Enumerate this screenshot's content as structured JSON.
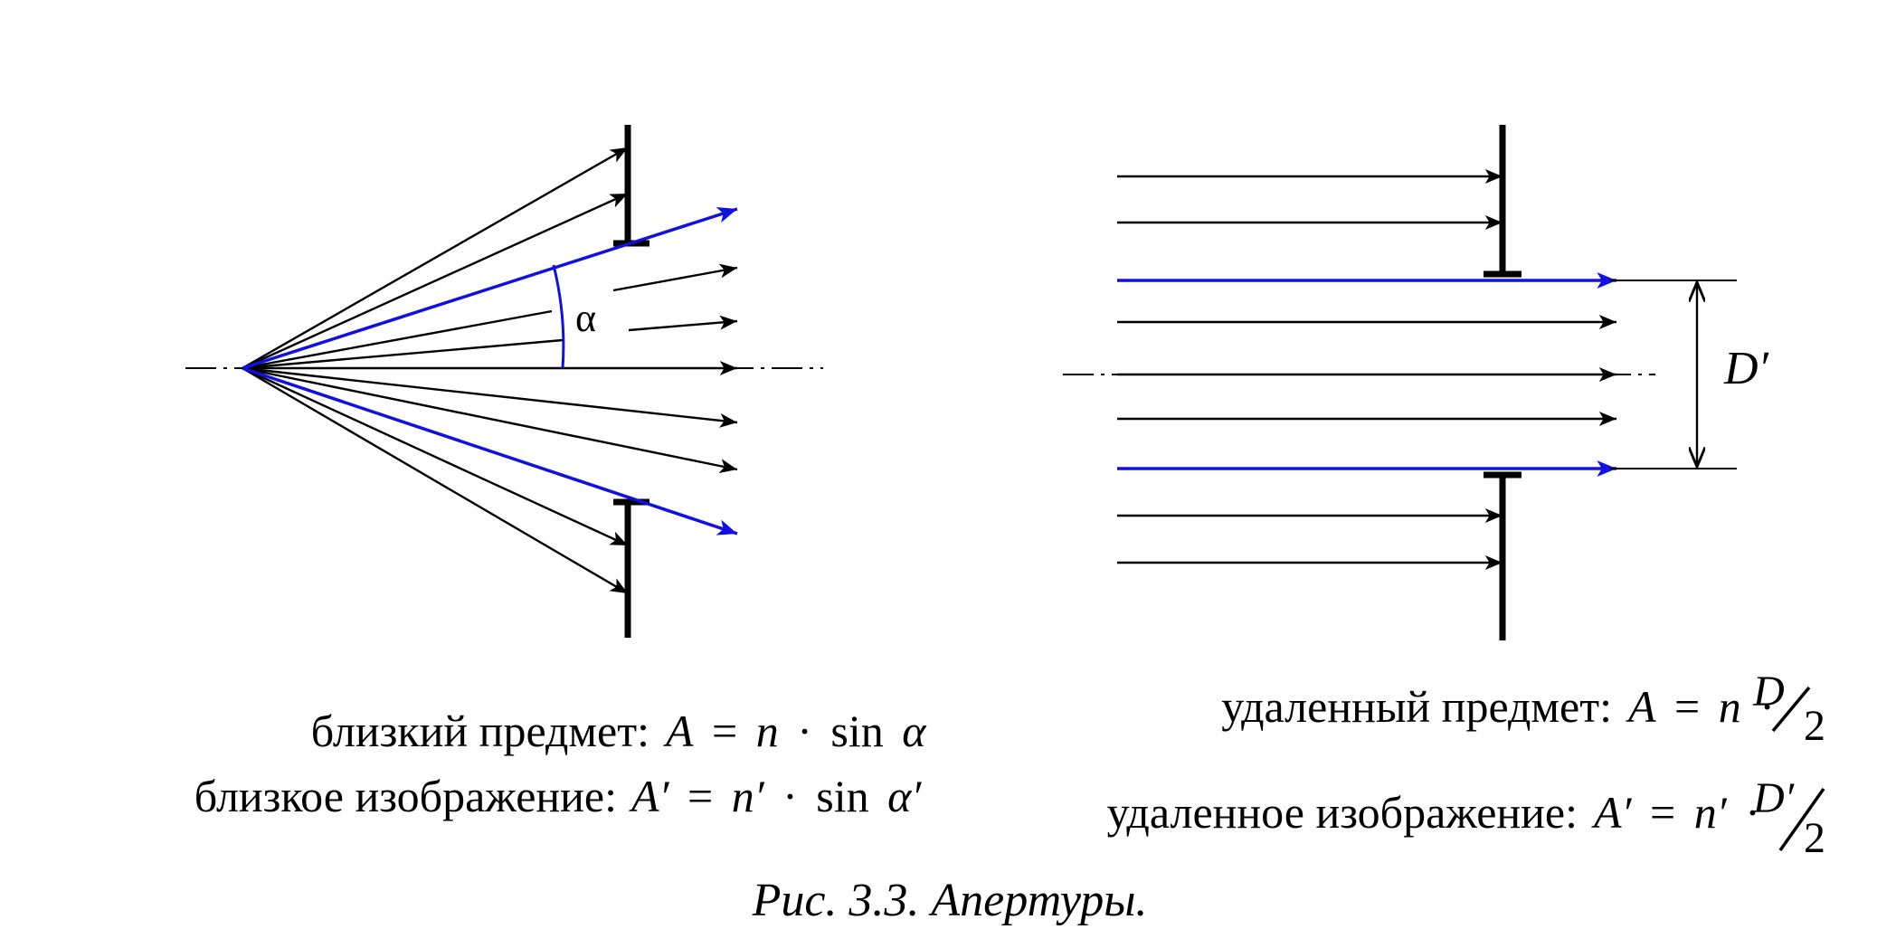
{
  "diagram": {
    "angle_label": "α",
    "diameter_label": "D′"
  },
  "formulas": {
    "near_object_label": "близкий предмет:",
    "near_object_formula": {
      "lhs": "A",
      "eq": "=",
      "n": "n",
      "dot": "·",
      "sin": "sin",
      "alpha": "α"
    },
    "near_image_label": "близкое изображение:",
    "near_image_formula": {
      "lhs": "A′",
      "eq": "=",
      "n": "n′",
      "dot": "·",
      "sin": "sin",
      "alpha": "α′"
    },
    "far_object_label": "удаленный предмет:",
    "far_object_formula": {
      "lhs": "A",
      "eq": "=",
      "n": "n",
      "dot": "·",
      "num": "D",
      "den": "2"
    },
    "far_image_label": "удаленное изображение:",
    "far_image_formula": {
      "lhs": "A′",
      "eq": "=",
      "n": "n′",
      "dot": "·",
      "num": "D′",
      "den": "2"
    }
  },
  "caption": "Рис. 3.3. Апертуры.",
  "colors": {
    "ray": "#000000",
    "marginal_ray": "#1010e0",
    "stop": "#000000"
  }
}
